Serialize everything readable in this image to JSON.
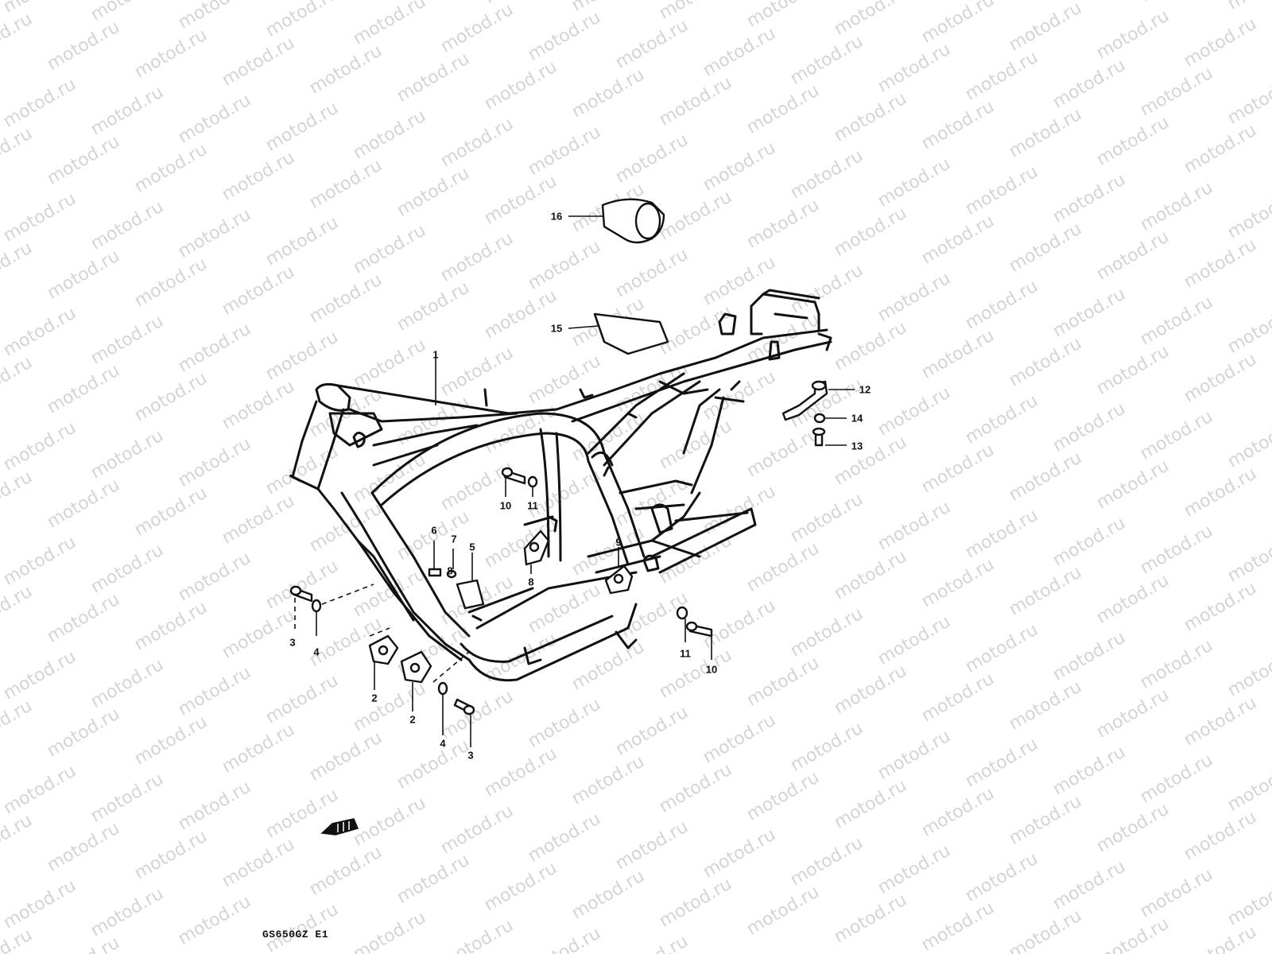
{
  "watermark": "motod.ru",
  "drawing_code": "GS650GZ E1",
  "callouts": [
    "1",
    "2",
    "2",
    "3",
    "3",
    "4",
    "4",
    "5",
    "6",
    "7",
    "8",
    "8",
    "9",
    "10",
    "10",
    "11",
    "11",
    "12",
    "13",
    "14",
    "15",
    "16"
  ],
  "colors": {
    "line": "#111111",
    "watermark": "#d4d4d4",
    "background": "#ffffff"
  },
  "icons": [
    "front-direction-arrow-icon"
  ]
}
